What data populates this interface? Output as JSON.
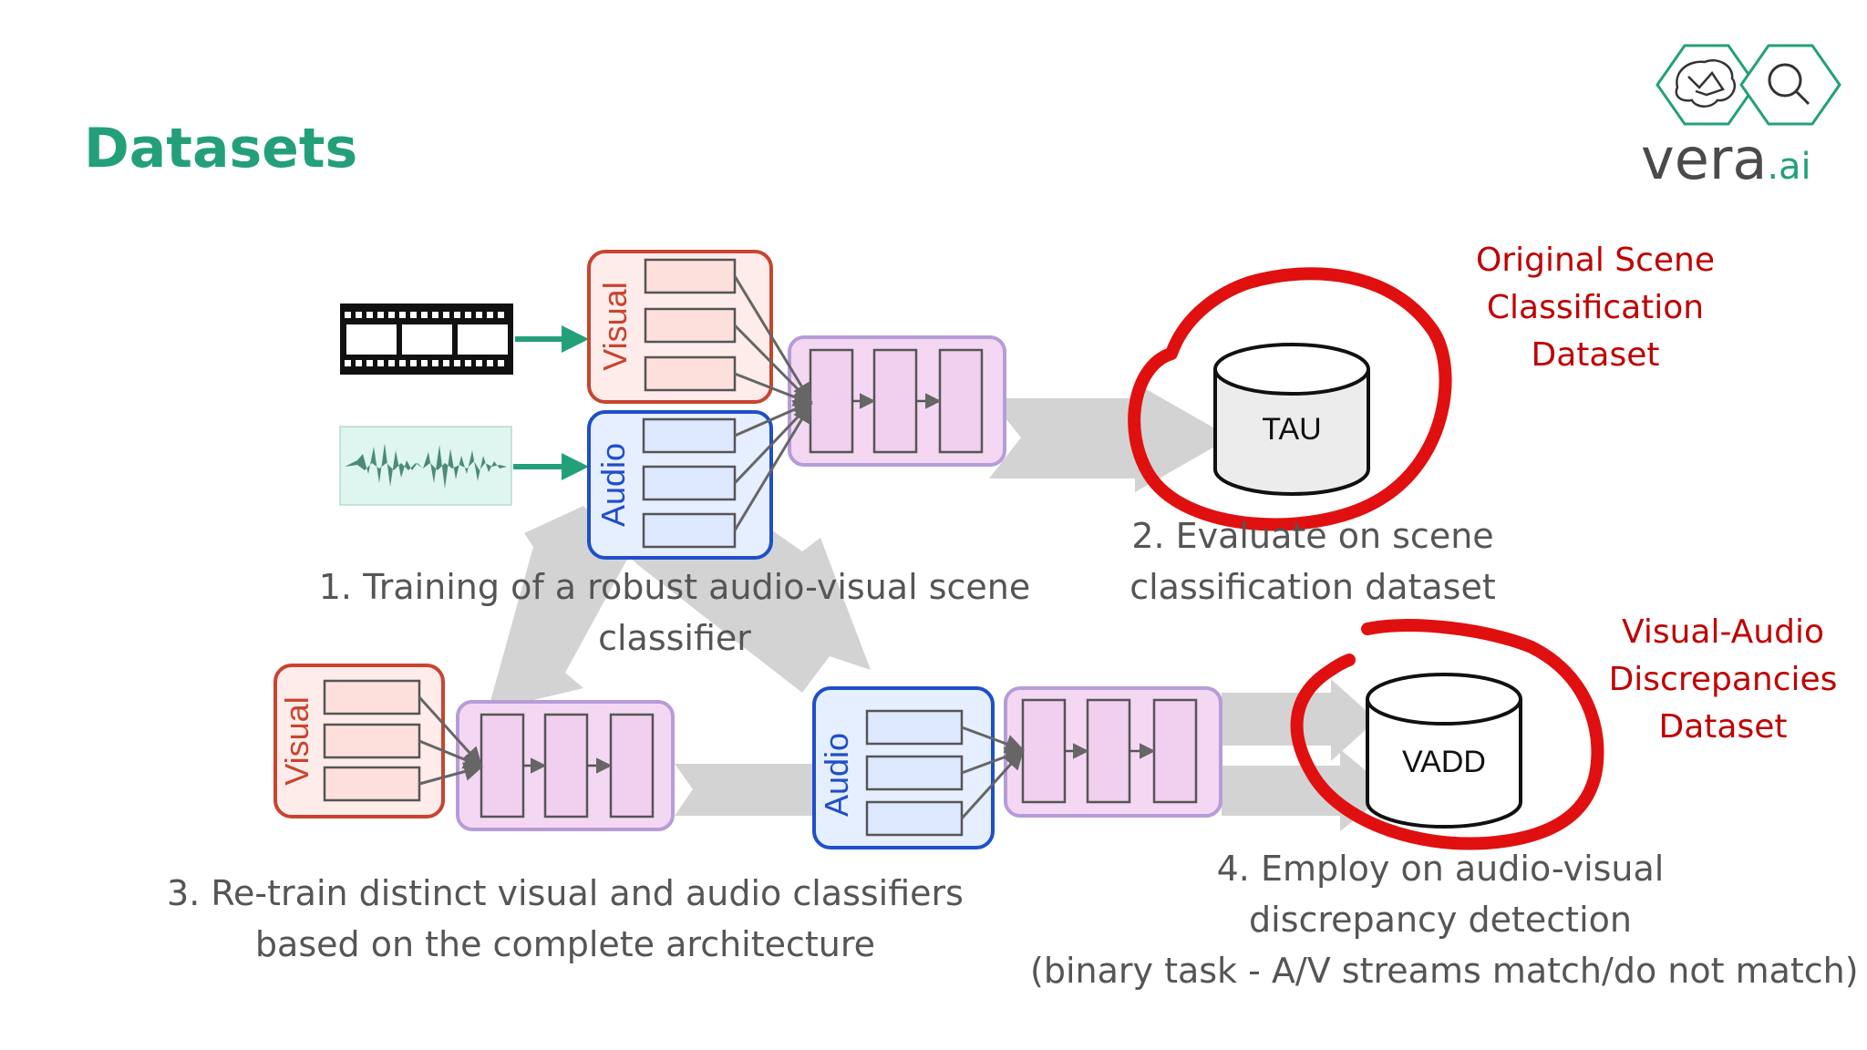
{
  "slide": {
    "title": "Datasets"
  },
  "logo": {
    "word": "vera",
    "suffix": ".ai"
  },
  "blocks": {
    "visual_label": "Visual",
    "audio_label": "Audio"
  },
  "databases": {
    "tau_label": "TAU",
    "vadd_label": "VADD"
  },
  "steps": {
    "step1": [
      "1. Training of a robust audio-visual scene",
      "classifier"
    ],
    "step2": [
      "2. Evaluate on scene",
      "classification dataset"
    ],
    "step3": [
      "3. Re-train distinct visual and audio classifiers",
      "based on the complete architecture"
    ],
    "step4": [
      "4. Employ on audio-visual",
      "discrepancy detection",
      "(binary task - A/V streams match/do not match)"
    ]
  },
  "annotations": {
    "original": [
      "Original Scene",
      "Classification",
      "Dataset"
    ],
    "vadd": [
      "Visual-Audio",
      "Discrepancies",
      "Dataset"
    ]
  },
  "icons": {
    "film": "film-strip-icon",
    "waveform": "audio-waveform-icon",
    "brain": "brain-icon",
    "magnifier": "magnifier-icon",
    "database": "database-cylinder-icon"
  },
  "colors": {
    "title_green": "#23a07a",
    "annotation_red": "#c00000",
    "highlight_red": "#e01010",
    "visual_border": "#c8442f",
    "visual_fill": "#fdecea",
    "audio_border": "#1f4fc8",
    "audio_fill": "#e6efff",
    "classifier_border": "#b69cd8",
    "classifier_fill": "#f4d8f3",
    "flow_gray": "#d3d3d3"
  }
}
